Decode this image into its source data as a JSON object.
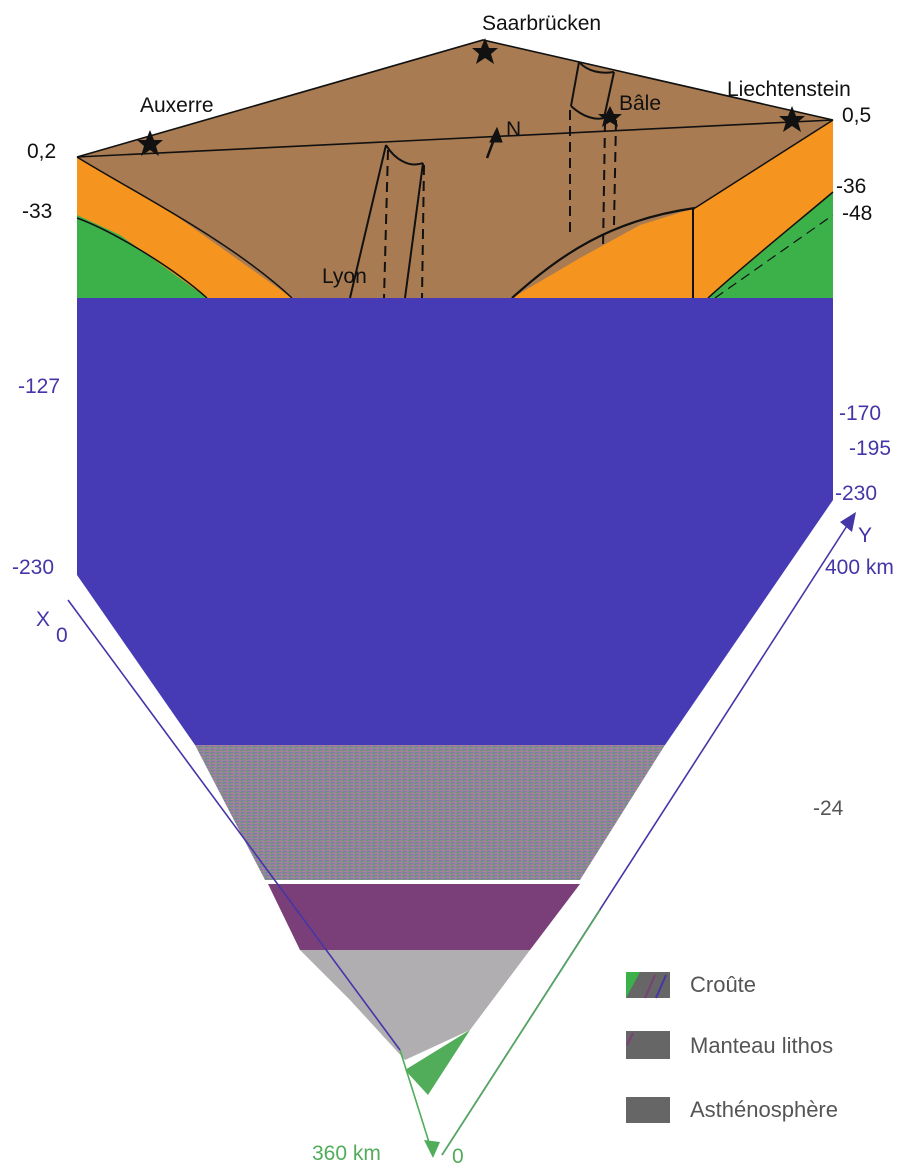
{
  "cities": {
    "saarbrucken": "Saarbrücken",
    "auxerre": "Auxerre",
    "liechtenstein": "Liechtenstein",
    "bale": "Bâle",
    "lyon": "Lyon"
  },
  "north_label": "N",
  "depth_labels": {
    "left_top": "0,2",
    "left_crust": "-33",
    "left_mantle": "-127",
    "left_bottom": "-230",
    "right_top": "0,5",
    "right_crust": "-36",
    "right_moho": "-48",
    "right_170": "-170",
    "right_195": "-195",
    "right_bottom": "-230",
    "floating": "-24"
  },
  "axes": {
    "x_label": "X",
    "x_origin": "0",
    "y_label": "Y",
    "y_end": "400 km",
    "x_end": "360 km",
    "bottom_origin": "0"
  },
  "legend": {
    "crust": "Croûte",
    "mantle": "Manteau lithos",
    "asthenosphere": "Asthénosphère"
  },
  "colors": {
    "surface": "#a87b52",
    "crust": "#f5941f",
    "mantle_lithosphere": "#3cb14a",
    "asthenosphere": "#463bb5",
    "axis_purple": "#4536a8",
    "axis_green": "#52ad5a",
    "purple_dark": "#7a3f78",
    "gray_light": "#b0aeb0"
  }
}
